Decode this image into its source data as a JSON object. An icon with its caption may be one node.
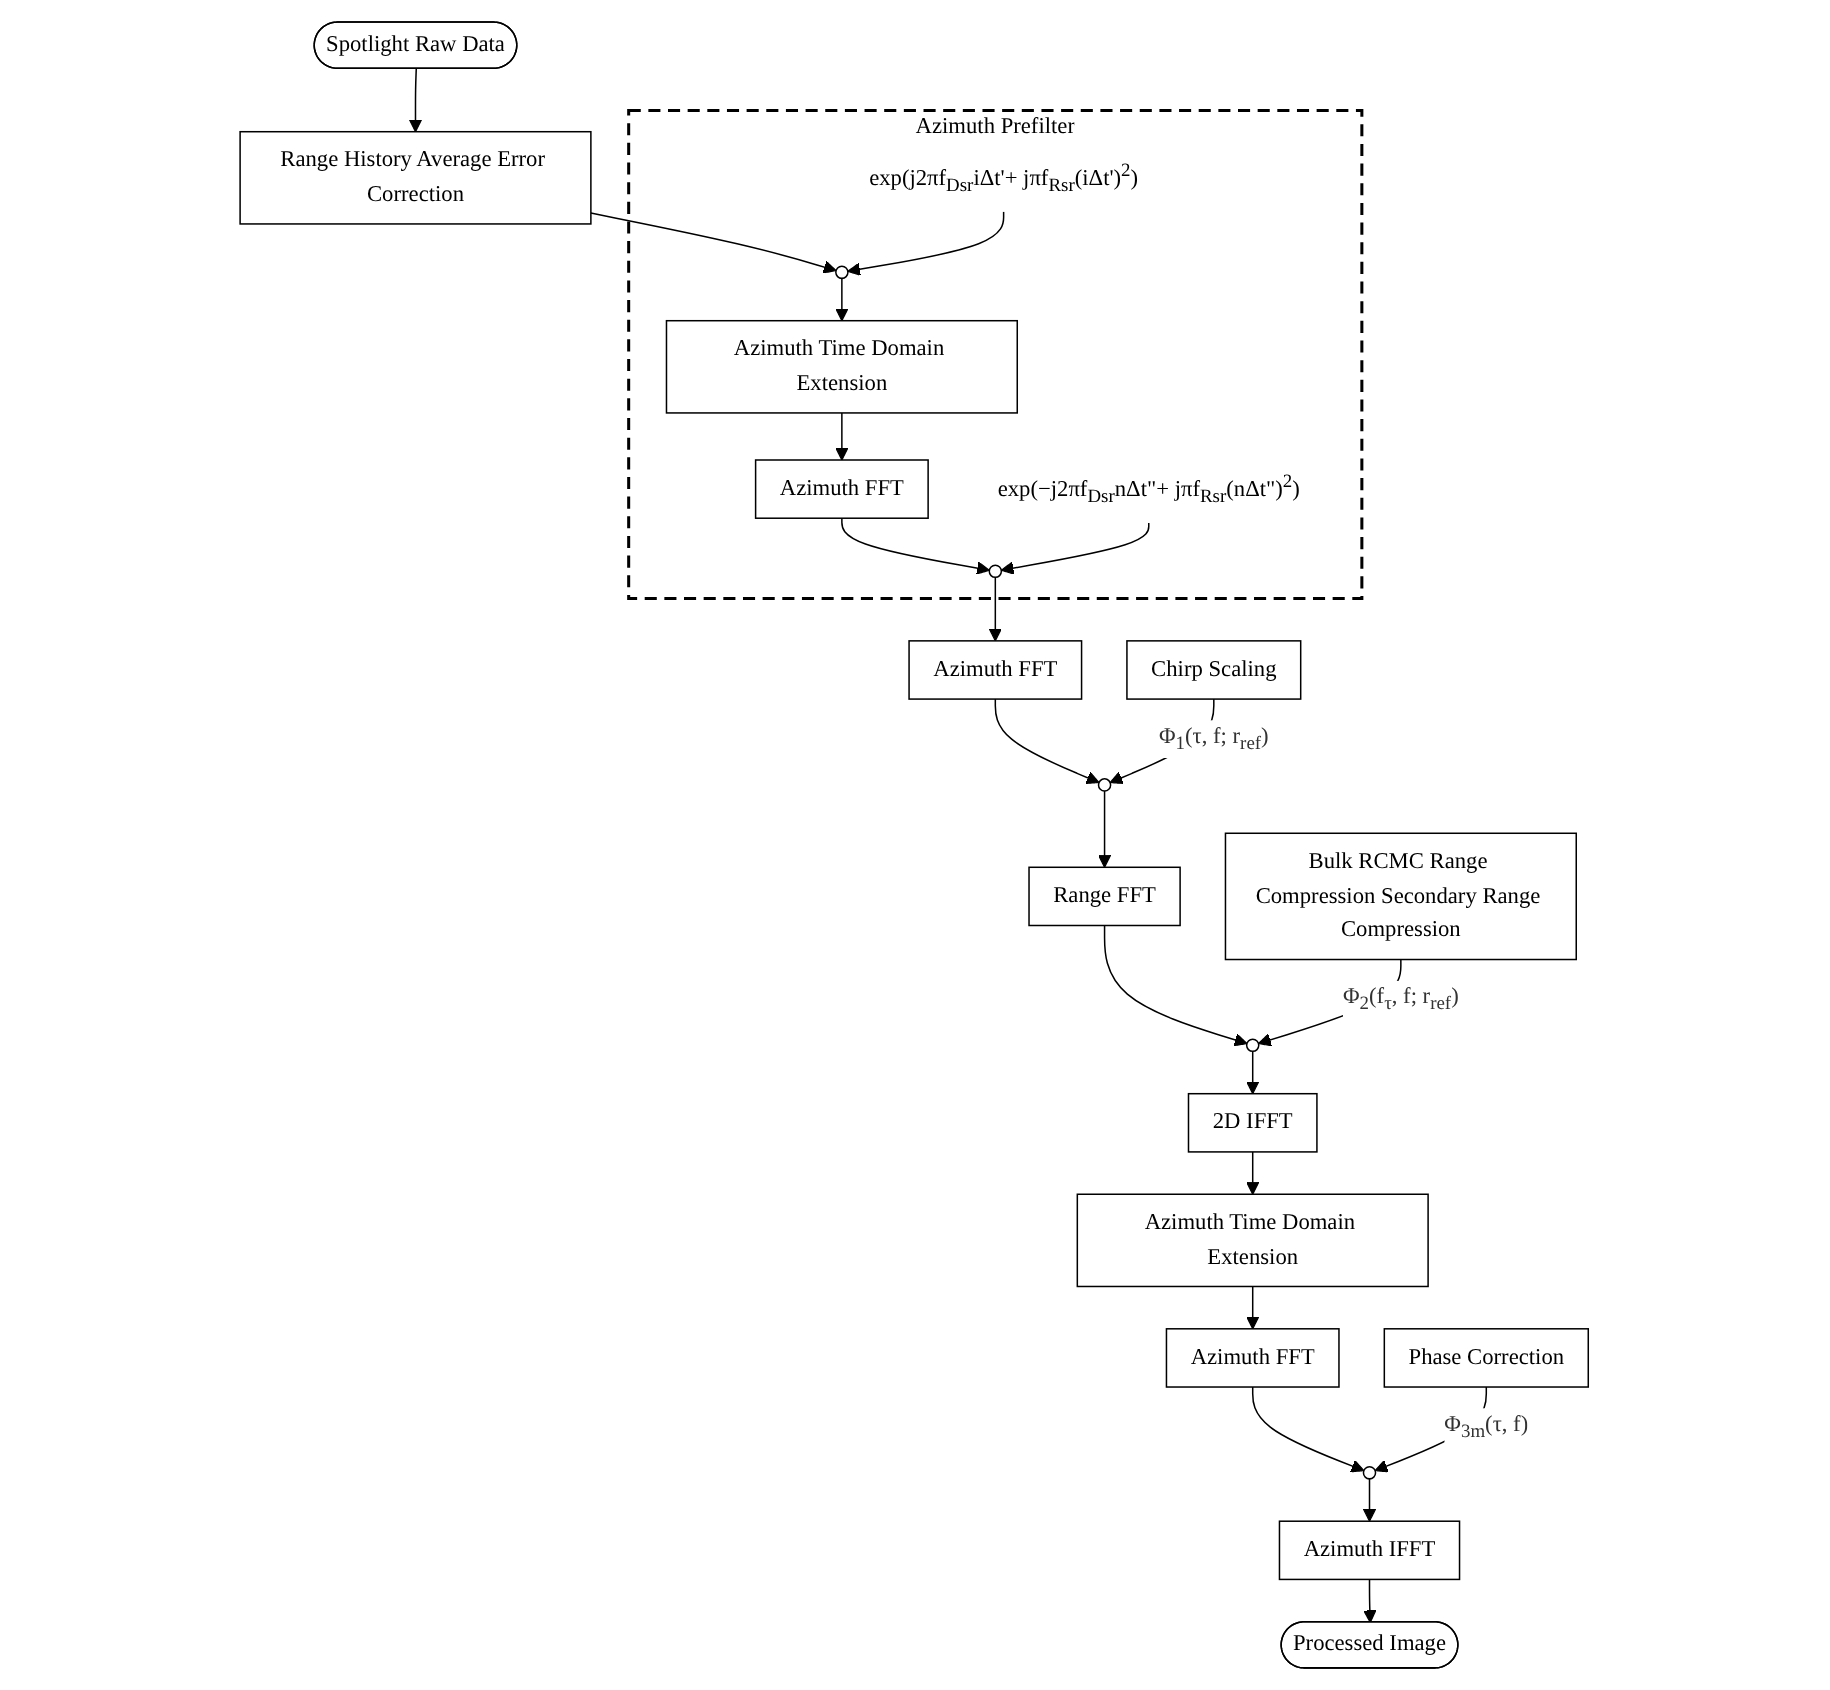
{
  "diagram": {
    "nodes": [
      {
        "text": [
          "Spotlight Raw Data"
        ]
      },
      {
        "text": [
          "Range History Average Error Correction"
        ]
      },
      {
        "text": [
          "Azimuth Prefilter"
        ]
      },
      {
        "text": [],
        "shape": "circle",
        "in": 2
      },
      {
        "text": [
          "exp(j2πf$_{Dsr}$iΔt'+ jπf$_{Rsr}$(iΔt')$^{2}$)"
        ],
        "in": 2
      },
      {
        "text": [
          "Azimuth Time Domain Extension"
        ],
        "in": 2
      },
      {
        "text": [
          "Azimuth FFT"
        ],
        "in": 2
      },
      {
        "text": [],
        "shape": "circle",
        "in": 2
      },
      {
        "text": [
          "exp(−j2πf$_{Dsr}$nΔt\"+ jπf$_{Rsr}$(nΔt\")$^{2}$)"
        ],
        "in": 2
      },
      {
        "text": [
          "Azimuth FFT"
        ]
      },
      {
        "text": [],
        "shape": "circle"
      },
      {
        "text": [
          "Chirp Scaling"
        ]
      },
      {
        "text": [
          "Range FFT"
        ]
      },
      {
        "text": [],
        "shape": "circle"
      },
      {
        "text": [
          "Bulk RCMC Range Compression Secondary Range Compression"
        ]
      },
      {
        "text": [
          "2D IFFT"
        ]
      },
      {
        "text": [
          "Azimuth Time Domain Extension"
        ]
      },
      {
        "text": [
          "Azimuth FFT"
        ]
      },
      {
        "text": [],
        "shape": "circle"
      },
      {
        "text": [
          "Phase Correction"
        ]
      },
      {
        "text": [
          "Azimuth IFFT"
        ]
      },
      {
        "text": [
          "Processed Image"
        ]
      }
    ],
    "edges": [
      {
        "from": 0,
        "to": 1,
        "arrow": "to"
      },
      {
        "from": 1,
        "to": 3,
        "arrow": "to"
      },
      {
        "from": 4,
        "to": 3,
        "arrow": "to"
      },
      {
        "from": 3,
        "to": 5,
        "arrow": "to"
      },
      {
        "from": 5,
        "to": 6,
        "arrow": "to"
      },
      {
        "from": 6,
        "to": 7,
        "arrow": "to"
      },
      {
        "from": 8,
        "to": 7,
        "arrow": "to"
      },
      {
        "from": 7,
        "to": 9,
        "arrow": "to"
      },
      {
        "from": 9,
        "to": 10,
        "arrow": "to"
      },
      {
        "from": 11,
        "to": 10,
        "arrow": "to",
        "label": "Φ$_{1}$(τ, f; r$_{ref}$)"
      },
      {
        "from": 10,
        "to": 12,
        "arrow": "to"
      },
      {
        "from": 12,
        "to": 13,
        "arrow": "to"
      },
      {
        "from": 14,
        "to": 13,
        "arrow": "to",
        "label": "Φ$_{2}$(f$_{τ}$, f; r$_{ref}$)"
      },
      {
        "from": 13,
        "to": 15,
        "arrow": "to"
      },
      {
        "from": 15,
        "to": 16,
        "arrow": "to"
      },
      {
        "from": 16,
        "to": 17,
        "arrow": "to"
      },
      {
        "from": 17,
        "to": 18,
        "arrow": "to"
      },
      {
        "from": 19,
        "to": 18,
        "arrow": "to",
        "label": "Φ$_{3m}$(τ, f)"
      },
      {
        "from": 18,
        "to": 20,
        "arrow": "to"
      },
      {
        "from": 20,
        "to": 21,
        "arrow": "to"
      }
    ]
  }
}
